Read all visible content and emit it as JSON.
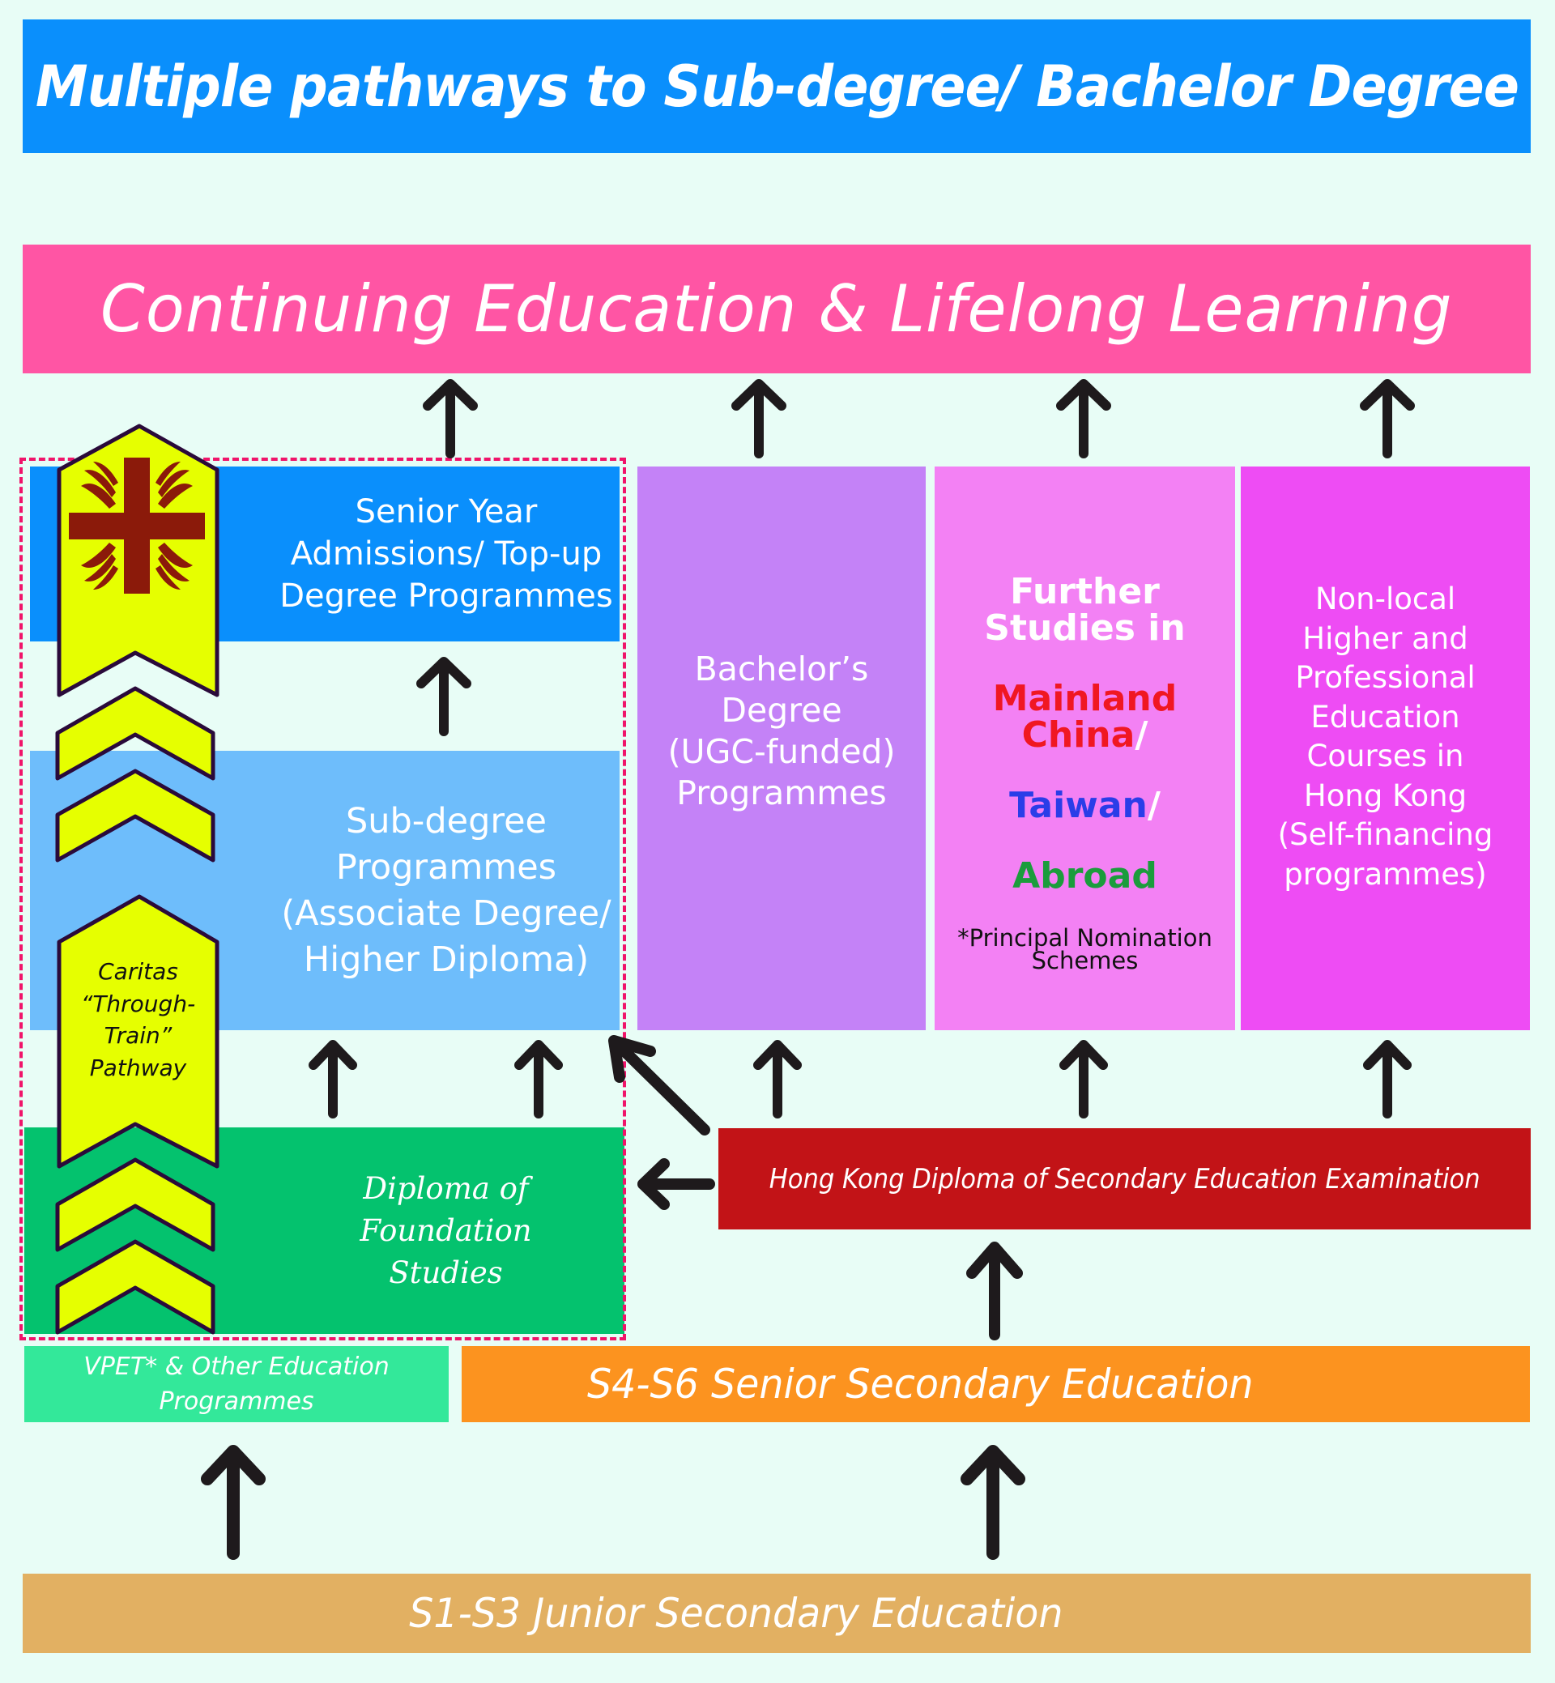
{
  "title": "Multiple pathways to Sub-degree/ Bachelor Degree",
  "continuing": "Continuing Education & Lifelong Learning",
  "caritas_pathway": {
    "lines": [
      "Caritas",
      "“Through-",
      "Train”",
      "Pathway"
    ]
  },
  "senior_year": {
    "lines": [
      "Senior Year",
      "Admissions/ Top-up",
      "Degree Programmes"
    ]
  },
  "sub_degree": {
    "lines": [
      "Sub-degree",
      "Programmes",
      "(Associate Degree/",
      "Higher Diploma)"
    ]
  },
  "diploma_foundation": {
    "lines": [
      "Diploma of",
      "Foundation",
      "Studies"
    ]
  },
  "bachelor": {
    "lines": [
      "Bachelor’s",
      "Degree",
      "(UGC-funded)",
      "Programmes"
    ]
  },
  "further_studies": {
    "heading": [
      "Further",
      "Studies in"
    ],
    "mainland": [
      "Mainland",
      "China"
    ],
    "taiwan": "Taiwan",
    "abroad": "Abroad",
    "slash": "/",
    "note": [
      "*Principal Nomination",
      "Schemes"
    ],
    "colors": {
      "mainland": "#f01722",
      "taiwan": "#2a3de8",
      "abroad": "#1b9c3c"
    }
  },
  "non_local": {
    "lines": [
      "Non-local",
      "Higher and",
      "Professional",
      "Education",
      "Courses in",
      "Hong Kong",
      "(Self-financing",
      "programmes)"
    ]
  },
  "hkdse": "Hong Kong Diploma of Secondary Education Examination",
  "vpet": {
    "lines": [
      "VPET* & Other Education",
      "Programmes"
    ]
  },
  "senior_secondary": "S4-S6 Senior Secondary Education",
  "junior_secondary": "S1-S3 Junior Secondary Education",
  "colors": {
    "background": "#e8fdf6",
    "title_bar": "#0a8ffc",
    "continuing_bar": "#ff55a4",
    "senior_year": "#0a8ffc",
    "sub_degree": "#6ebdfb",
    "diploma_foundation": "#04c26e",
    "bachelor": "#c482f7",
    "further_studies": "#f381f4",
    "non_local": "#ee4cf4",
    "hkdse": "#c21317",
    "vpet": "#33e89a",
    "senior_secondary": "#fc931f",
    "junior_secondary": "#e2b062",
    "pathway_badge": "#e6ff00",
    "caritas_logo": "#8b1a0a",
    "dashed_border": "#f0146a"
  },
  "icons": {
    "arrow": "up-arrow",
    "logo": "caritas-cross-logo",
    "chevron": "chevron-up"
  }
}
